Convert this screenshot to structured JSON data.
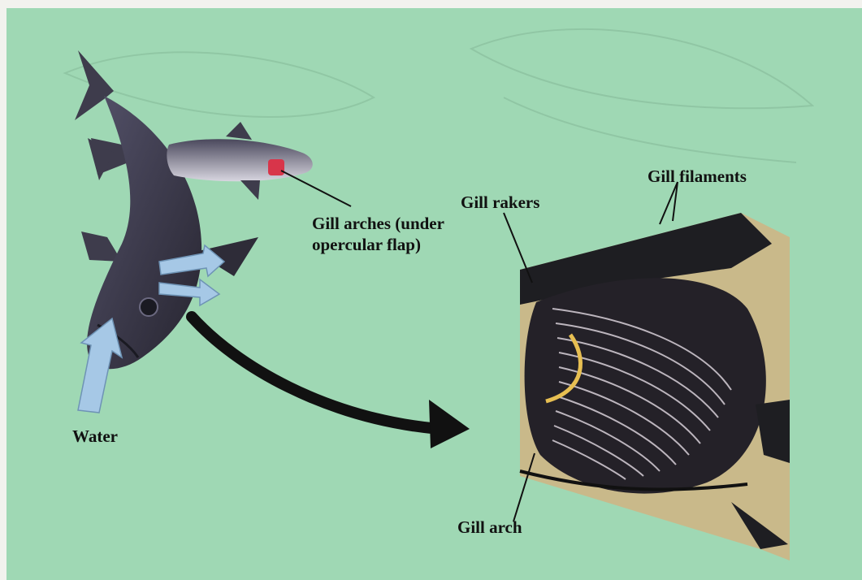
{
  "labels": {
    "gill_arches": "Gill arches (under opercular flap)",
    "gill_filaments": "Gill filaments",
    "gill_rakers": "Gill rakers",
    "gill_arch": "Gill arch",
    "water": "Water"
  },
  "colors": {
    "background": "#9fd8b4",
    "fish_body": "#3c3a4a",
    "water_arrow": "#a6c8e6",
    "gill_red": "#d8354a",
    "arch_tissue": "#c9b98a",
    "arch_curve": "#e7bf52"
  },
  "icons": {
    "fish_large": "shark-icon",
    "fish_small": "shark-icon",
    "flow_arrow": "curved-arrow-icon",
    "gill_closeup": "gill-section-icon"
  }
}
